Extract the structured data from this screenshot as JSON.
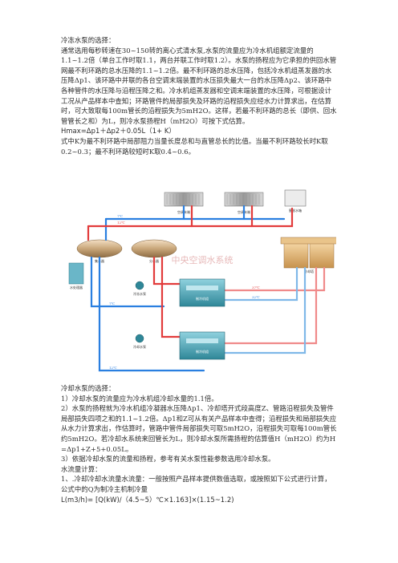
{
  "section1": {
    "heading": "冷冻水泵的选择：",
    "paragraph": "通常选用每秒转速在30~150转的离心式清水泵,水泵的流量应为冷水机组额定流量的1.1~1.2倍（单台工作时取1.1，两台并联工作时取1.2）。水泵的扬程应为它承担的供回水管网最不利环路的总水压降的1.1~1.2倍。最不利环路的总水压降，包括冷水机组蒸发器的水压降Δp1、该环路中并联的各台空调末端装置的水压损失最大一台的水压降Δp2、该环路中各种管件的水压降与沿程压降之和。冷水机组蒸发器和空调末端装置的水压降，可根据设计工况从产品样本中查知；环路管件的局部损失及环路的沿程损失应经水力计算求出，在估算时，可大致取每100m管长的沿程损失为5mH2O。这样，若最不利环路的总长（即供、回水管管长之和）为L，则冷水泵扬程H（mH2O）可按下式估算。",
    "formula": "Hmax=Δp1＋Δp2＋0.05L（1+ K）",
    "note": "式中K为最不利环路中局部阻力当量长度总和与直管总长的比值。当最不利环路较长时K取0.2~0.3；最不利环路较短时K取0.4~0.6。"
  },
  "diagram": {
    "watermark": "中央空调水系统",
    "labels": {
      "terminal_1": "空调末端",
      "terminal_2": "空调末端",
      "expansion_tank": "膨胀水箱",
      "cooling_tower": "冷却塔",
      "header_return": "集水器",
      "header_supply": "分水器",
      "chiller_1": "制冷机组",
      "chiller_2": "制冷机组",
      "water_treatment": "水处理器",
      "pump_1": "冷冻水泵",
      "pump_2": "冷却水泵",
      "t12": "12℃",
      "t7": "7℃",
      "t32": "32℃",
      "t37": "37℃",
      "t7b": "7℃",
      "t12b": "12℃"
    },
    "colors": {
      "chilled_supply": "#2a7fe0",
      "chilled_return": "#e23b3b",
      "cooling_supply": "#f08a8a",
      "cooling_return": "#7fb8e8",
      "unit": "#4aa3b8",
      "tank": "#c9a77a",
      "tower": "#e0b070"
    }
  },
  "section2": {
    "heading": "冷却水泵的选择：",
    "item1": "1）冷却水泵的流量应为冷水机组冷却水量的1.1倍。",
    "item2": "2）水泵的扬程就为冷水机组冷凝器水压降Δp1、冷却塔开式段高度Z、管路沿程损失及管件局部损失四项之和的1.1~1.2倍。Δp1和Z可从有关产品样本中查得；沿程损失和局部损失应从水力计算求出，作估算时，管路中管件局部损失可取5mH2O，沿程损失可取每100m管长约5mH2O。若冷却水系统来回管长为L，则冷却水泵所需扬程的估算值H（mH2O）约为H =Δp1+Z+5+0.05L。",
    "item3": "3）依据冷却水泵的流量和扬程，参考有关水泵性能参数选用冷却水泵。",
    "flow_heading": "水流量计算：",
    "flow_item": "1、.冷却冷却水流量水流量：一般按照产品样本提供数值选取，或按照如下公式进行计算，公式中的Q为制冷主机制冷量",
    "flow_formula": "L(m3/h)= [Q(kW)/（4.5~5）℃×1.163]×(1.15~1.2)"
  }
}
